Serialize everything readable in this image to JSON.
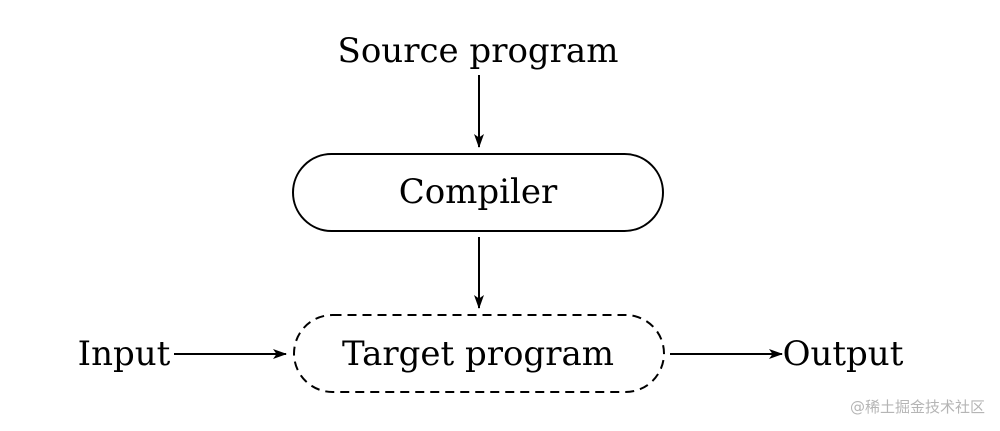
{
  "labels": {
    "source": "Source program",
    "compiler": "Compiler",
    "target": "Target program",
    "input": "Input",
    "output": "Output"
  },
  "watermark": "@稀土掘金技术社区",
  "colors": {
    "stroke": "#000000",
    "background": "#ffffff",
    "watermark": "#b5b5b5"
  }
}
